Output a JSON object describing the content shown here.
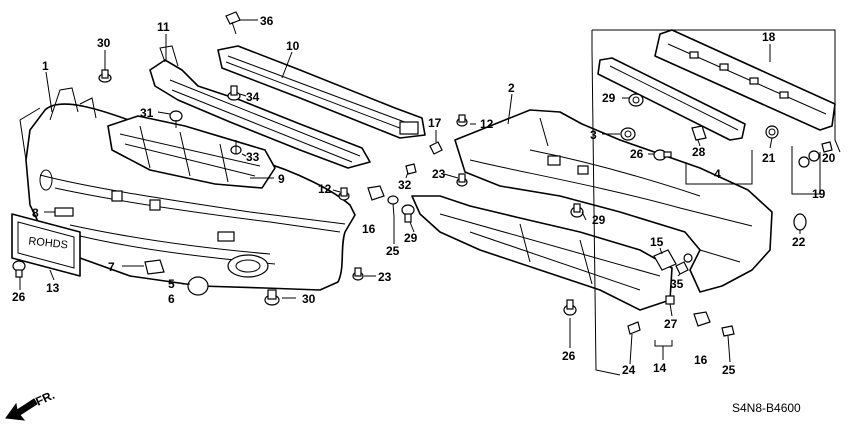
{
  "diagram_code": "S4N8-B4600",
  "direction_label": "FR.",
  "plate_text": "ROHDS",
  "callouts": {
    "c1": "1",
    "c2": "2",
    "c3": "3",
    "c4": "4",
    "c5": "5",
    "c6": "6",
    "c7": "7",
    "c8": "8",
    "c9": "9",
    "c10": "10",
    "c11": "11",
    "c12a": "12",
    "c12b": "12",
    "c13": "13",
    "c14": "14",
    "c15": "15",
    "c16a": "16",
    "c16b": "16",
    "c17": "17",
    "c18": "18",
    "c19": "19",
    "c20": "20",
    "c21": "21",
    "c22": "22",
    "c23a": "23",
    "c23b": "23",
    "c24": "24",
    "c25a": "25",
    "c25b": "25",
    "c26a": "26",
    "c26b": "26",
    "c26c": "26",
    "c27": "27",
    "c28": "28",
    "c29a": "29",
    "c29b": "29",
    "c29c": "29",
    "c30a": "30",
    "c30b": "30",
    "c31": "31",
    "c32": "32",
    "c33": "33",
    "c34": "34",
    "c35": "35",
    "c36": "36"
  }
}
